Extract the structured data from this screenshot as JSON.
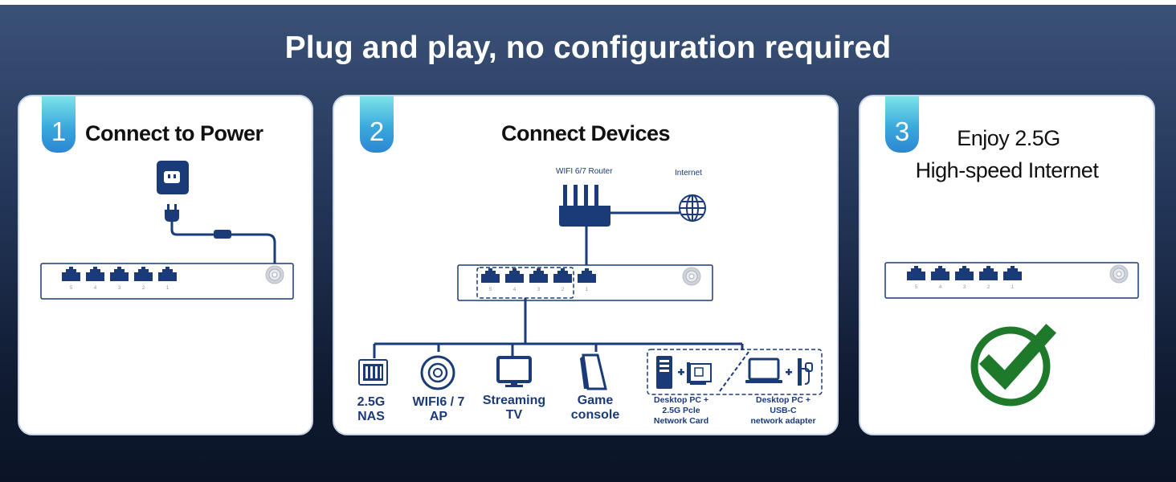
{
  "headline": "Plug and play, no configuration required",
  "accent_color": "#1a3a78",
  "badge_gradient": [
    "#7be3e8",
    "#2c86d4"
  ],
  "check_color": "#1e7a2a",
  "steps": [
    {
      "number": "1",
      "title": "Connect to Power"
    },
    {
      "number": "2",
      "title": "Connect Devices"
    },
    {
      "number": "3",
      "title_line1": "Enjoy 2.5G",
      "title_line2": "High-speed Internet"
    }
  ],
  "diagram": {
    "router_label": "WIFI 6/7 Router",
    "internet_label": "Internet",
    "port_numbers": [
      "5",
      "4",
      "3",
      "2",
      "1"
    ],
    "devices": [
      {
        "icon": "nas-icon",
        "line1": "2.5G",
        "line2": "NAS"
      },
      {
        "icon": "access-point-icon",
        "line1": "WIFI6 / 7",
        "line2": "AP"
      },
      {
        "icon": "tv-icon",
        "line1": "Streaming",
        "line2": "TV"
      },
      {
        "icon": "game-console-icon",
        "line1": "Game",
        "line2": "console"
      },
      {
        "icon": "desktop-pcie-icon",
        "line1": "Desktop PC +",
        "line2": "2.5G Pcle",
        "line3": "Network Card"
      },
      {
        "icon": "laptop-usbc-icon",
        "line1": "Desktop PC +",
        "line2": "USB-C",
        "line3": "network adapter"
      }
    ]
  }
}
